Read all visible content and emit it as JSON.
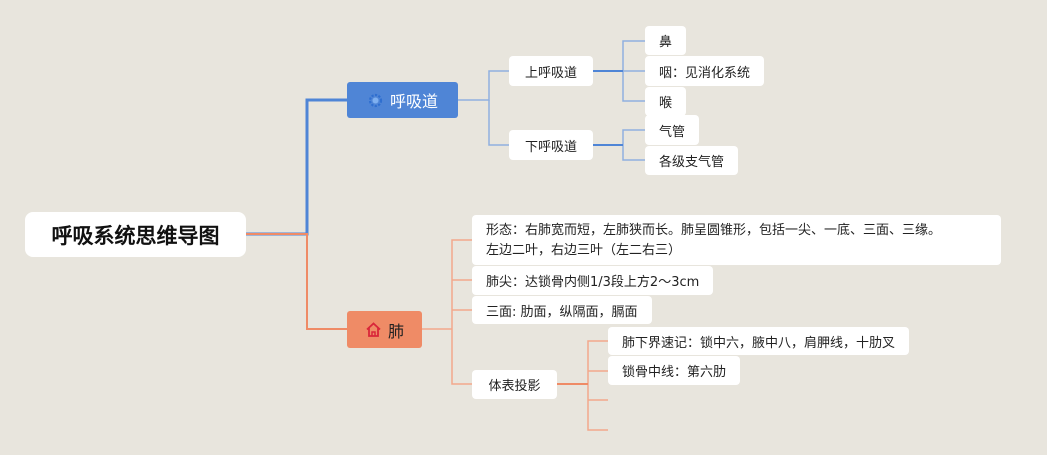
{
  "root": "呼吸系统思维导图",
  "colors": {
    "blue": "#4f85d6",
    "orange": "#ef8b66",
    "background": "#e8e5dd"
  },
  "respiratory_tract": {
    "label": "呼吸道",
    "icon": "gear-icon",
    "upper": {
      "label": "上呼吸道",
      "items": [
        "鼻",
        "咽：见消化系统",
        "喉"
      ]
    },
    "lower": {
      "label": "下呼吸道",
      "items": [
        "气管",
        "各级支气管"
      ]
    }
  },
  "lung": {
    "label": "肺",
    "icon": "house-icon",
    "items": {
      "shape_line1": "形态：右肺宽而短，左肺狭而长。肺呈圆锥形，包括一尖、一底、三面、三缘。",
      "shape_line2": "左边二叶，右边三叶（左二右三）",
      "apex": "肺尖：达锁骨内侧1/3段上方2～3cm",
      "surfaces": "三面: 肋面，纵隔面，膈面"
    },
    "projection": {
      "label": "体表投影",
      "items": [
        "肺下界速记：锁中六，腋中八，肩胛线，十肋叉",
        "锁骨中线：第六肋"
      ]
    }
  }
}
